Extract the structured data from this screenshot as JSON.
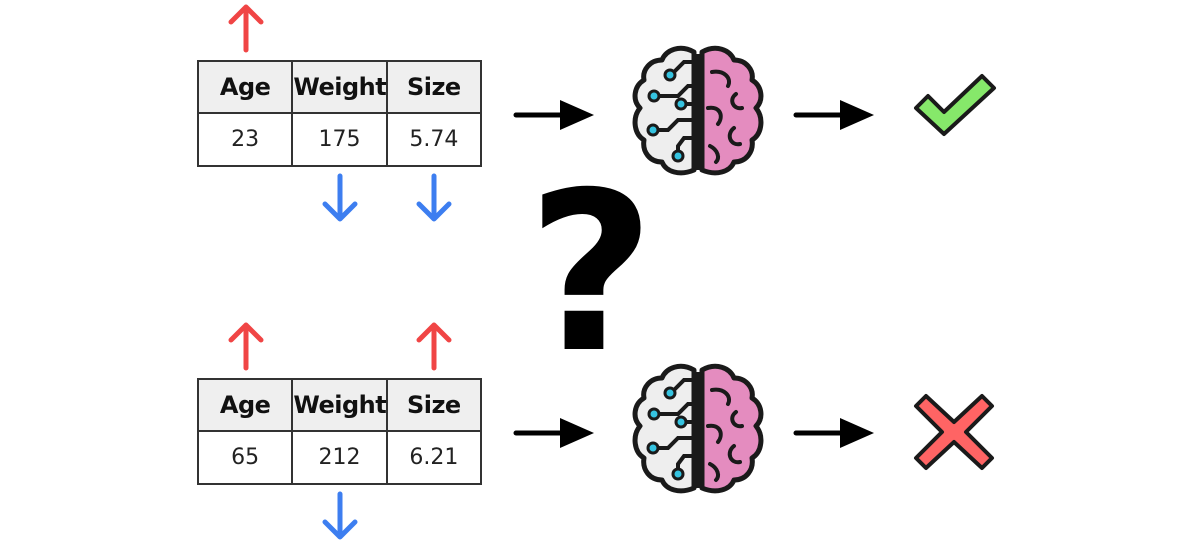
{
  "top_row": {
    "table": {
      "headers": [
        "Age",
        "Weight",
        "Size"
      ],
      "values": [
        "23",
        "175",
        "5.74"
      ]
    },
    "arrows": [
      "up",
      "down",
      "down"
    ],
    "outcome_icon": "check-icon"
  },
  "bottom_row": {
    "table": {
      "headers": [
        "Age",
        "Weight",
        "Size"
      ],
      "values": [
        "65",
        "212",
        "6.21"
      ]
    },
    "arrows": [
      "up",
      "down",
      "up"
    ],
    "outcome_icon": "cross-icon"
  },
  "center_symbol": "?",
  "colors": {
    "up_arrow": "#f04545",
    "down_arrow": "#3d7ef0",
    "flow_arrow": "#000000",
    "brain_left": "#eeeeee",
    "brain_right": "#e48cbf",
    "circuit_node": "#35c3e0",
    "check_fill": "#86e86a",
    "cross_fill": "#ff6464",
    "outline": "#1a1a1a"
  }
}
